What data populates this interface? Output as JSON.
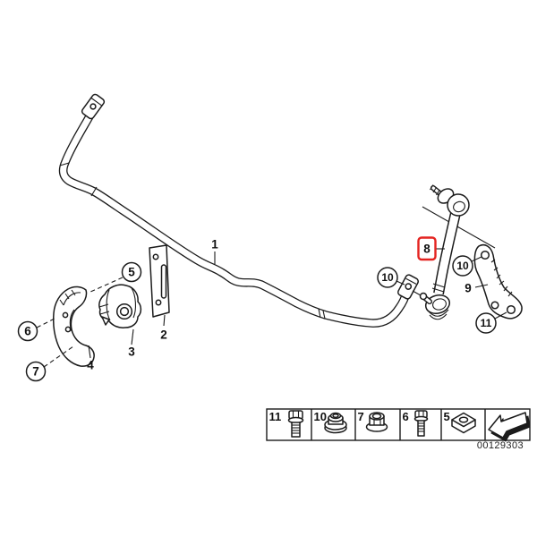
{
  "image": {
    "background_color": "#ffffff",
    "line_color": "#1b1b1b",
    "highlight_color": "#e42320"
  },
  "callouts": {
    "c1": "1",
    "c2": "2",
    "c3": "3",
    "c4": "4",
    "c5": "5",
    "c6": "6",
    "c7": "7",
    "c8": "8",
    "c9": "9",
    "c10_left": "10",
    "c10_right": "10",
    "c11": "11"
  },
  "legend": {
    "cells": [
      {
        "label": "11",
        "icon": "hex-bolt-long-icon"
      },
      {
        "label": "10",
        "icon": "flange-lock-nut-icon"
      },
      {
        "label": "7",
        "icon": "flange-nut-icon"
      },
      {
        "label": "6",
        "icon": "hex-bolt-short-icon"
      },
      {
        "label": "5",
        "icon": "square-nut-icon"
      },
      {
        "label": "",
        "icon": "direction-arrow-icon"
      }
    ]
  },
  "part_number": "00129303"
}
